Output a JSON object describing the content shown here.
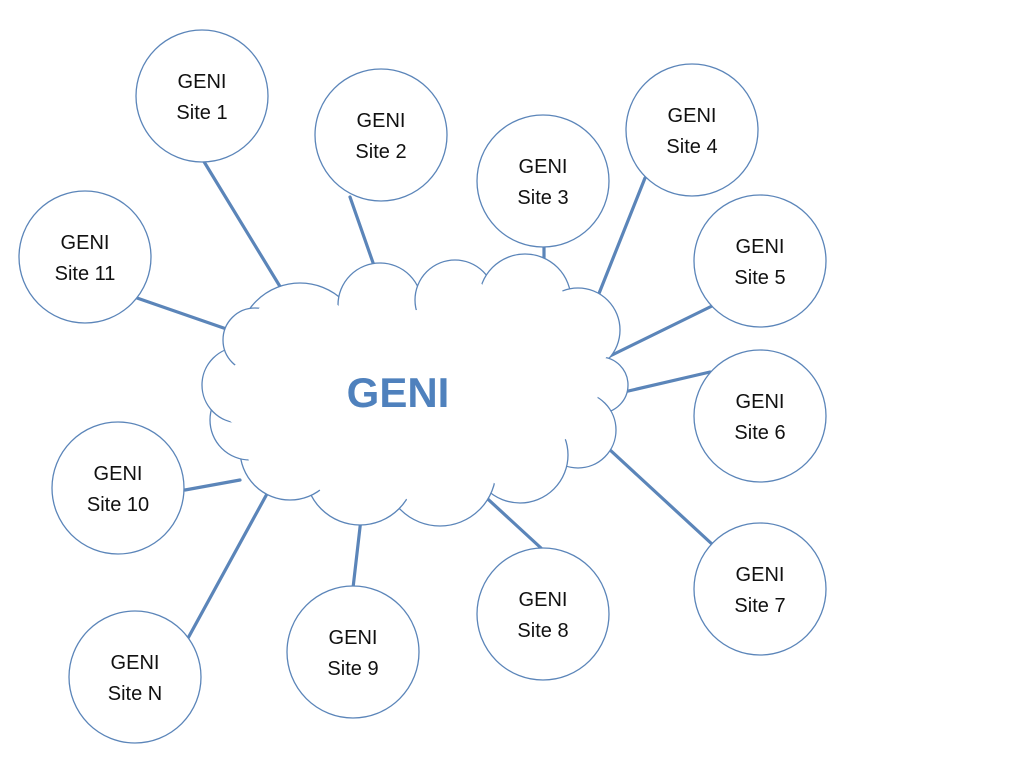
{
  "center": {
    "label": "GENI",
    "color": "#4f81bd"
  },
  "colors": {
    "line": "#5b85b9",
    "circle_stroke": "#5b85b9"
  },
  "sites": [
    {
      "id": "site-1",
      "line1": "GENI",
      "line2": "Site 1"
    },
    {
      "id": "site-2",
      "line1": "GENI",
      "line2": "Site 2"
    },
    {
      "id": "site-3",
      "line1": "GENI",
      "line2": "Site 3"
    },
    {
      "id": "site-4",
      "line1": "GENI",
      "line2": "Site 4"
    },
    {
      "id": "site-5",
      "line1": "GENI",
      "line2": "Site 5"
    },
    {
      "id": "site-6",
      "line1": "GENI",
      "line2": "Site 6"
    },
    {
      "id": "site-7",
      "line1": "GENI",
      "line2": "Site 7"
    },
    {
      "id": "site-8",
      "line1": "GENI",
      "line2": "Site 8"
    },
    {
      "id": "site-9",
      "line1": "GENI",
      "line2": "Site 9"
    },
    {
      "id": "site-10",
      "line1": "GENI",
      "line2": "Site 10"
    },
    {
      "id": "site-11",
      "line1": "GENI",
      "line2": "Site 11"
    },
    {
      "id": "site-n",
      "line1": "GENI",
      "line2": "Site N"
    }
  ]
}
